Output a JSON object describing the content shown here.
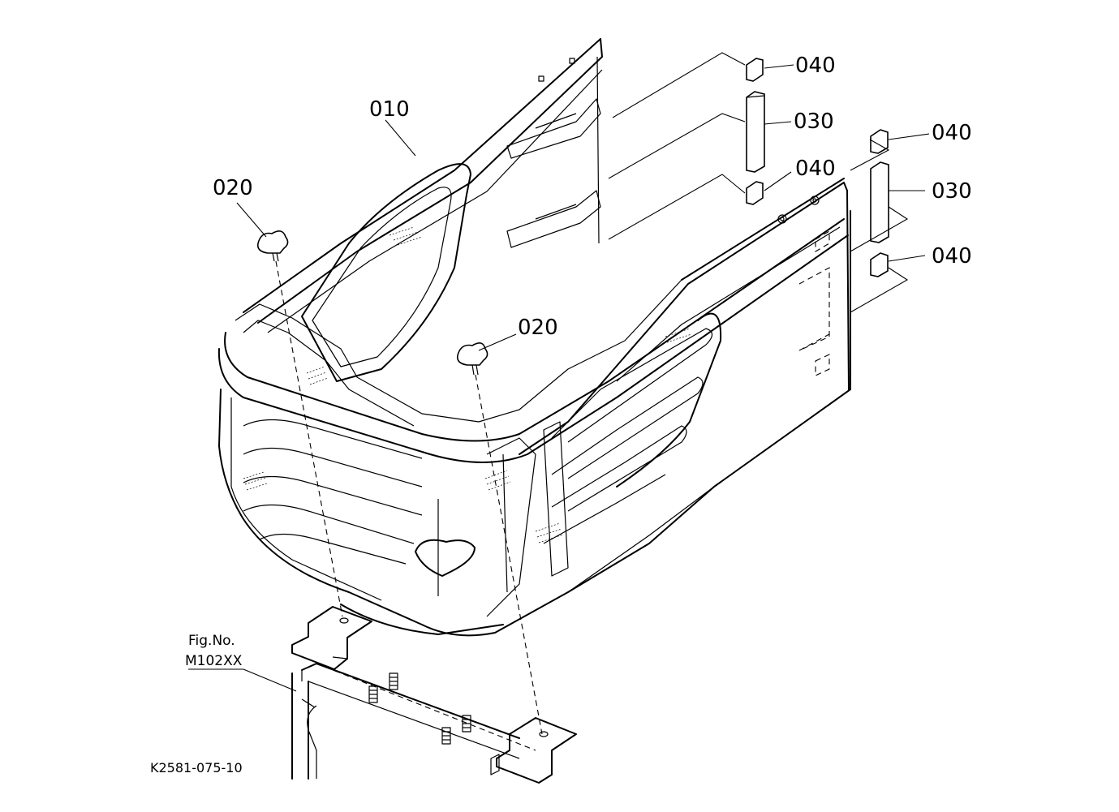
{
  "callouts": {
    "hood": "010",
    "knob_left": "020",
    "knob_center": "020",
    "strip_upper": "030",
    "strip_right": "030",
    "cushion_1": "040",
    "cushion_2": "040",
    "cushion_3": "040",
    "cushion_4": "040"
  },
  "figure_ref": {
    "line1": "Fig.No.",
    "line2": "M102XX"
  },
  "drawing_code": "K2581-075-10"
}
